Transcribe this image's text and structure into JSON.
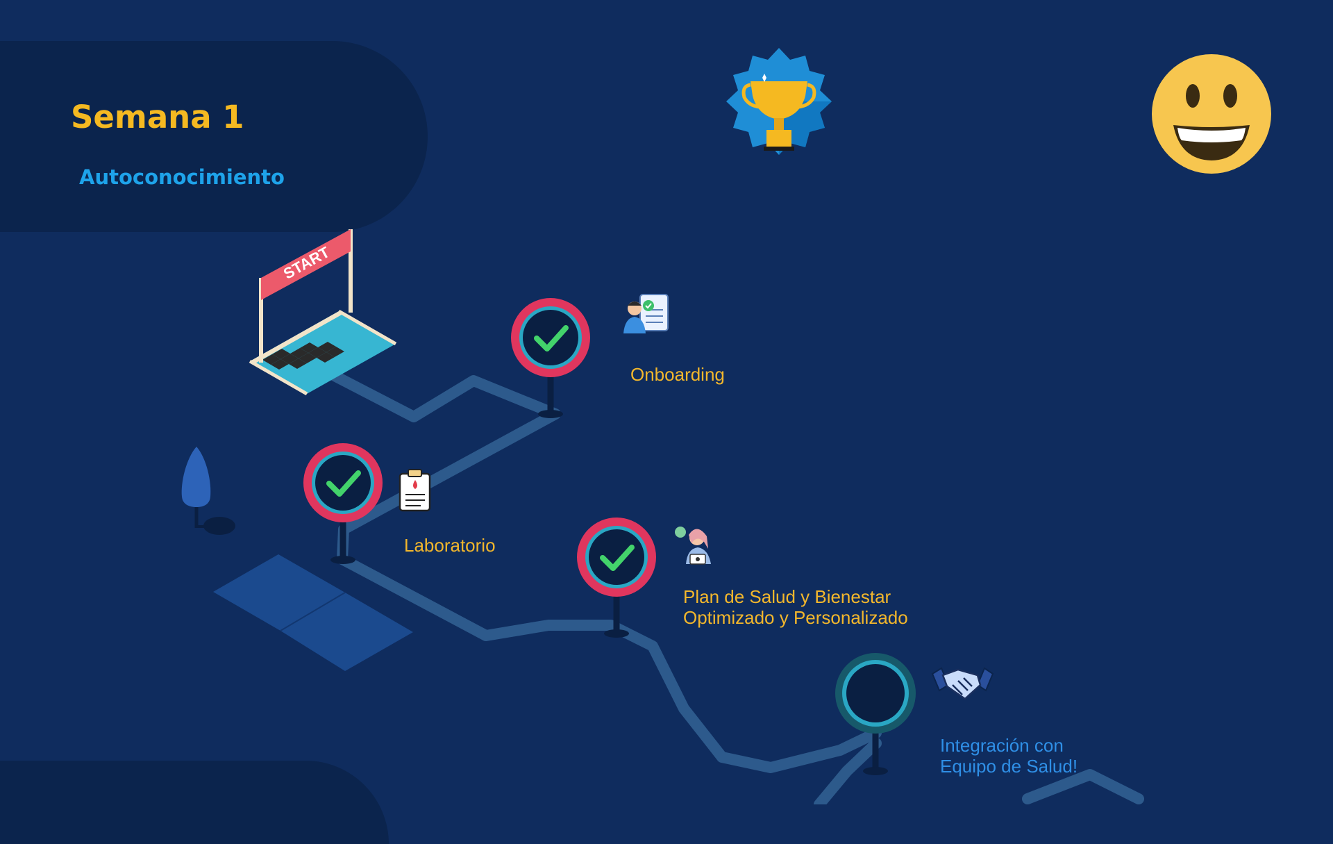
{
  "header": {
    "title": "Semana 1",
    "subtitle": "Autoconocimiento"
  },
  "start_banner": "START",
  "milestones": [
    {
      "label": "Onboarding",
      "status": "completed",
      "icon": "onboarding-checklist-icon"
    },
    {
      "label": "Laboratorio",
      "status": "completed",
      "icon": "lab-clipboard-icon"
    },
    {
      "label_line1": "Plan de Salud y Bienestar",
      "label_line2": "Optimizado y Personalizado",
      "status": "completed",
      "icon": "health-advisor-icon"
    },
    {
      "label_line1": "Integración con",
      "label_line2": "Equipo de Salud!",
      "status": "pending",
      "icon": "handshake-icon"
    }
  ],
  "badges": {
    "trophy": "trophy-icon",
    "mood": "smiley-face-icon"
  },
  "colors": {
    "background": "#0f2c5e",
    "panel": "#0b244d",
    "title": "#f5b921",
    "subtitle": "#1ea3ea",
    "completed_ring": "#e0365e",
    "check": "#43d36b",
    "pending_ring": "#2aa7c4",
    "path": "#2f5d8e"
  }
}
